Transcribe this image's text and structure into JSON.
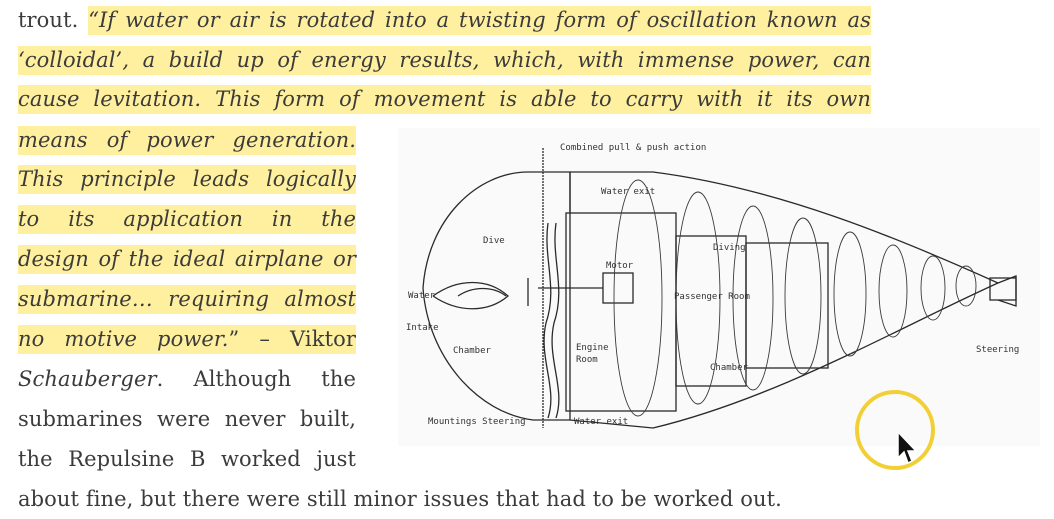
{
  "article": {
    "line1_plain": "trout. ",
    "line1_hl": "“If water or air is rotated into a twisting form of oscillation known as",
    "line2": "‘colloidal’, a build up of energy results, which, with immense power, can",
    "line3": "cause levitation. This form of movement is able to carry with it its own",
    "line4": "means of power generation.",
    "line5": "This principle leads logically",
    "line6": "to its application in the",
    "line7": "design of the ideal airplane or",
    "line8": "submarine… requiring almost",
    "line9_hl_italic": "no motive power.",
    "line9_hl_tail": "” – Viktor",
    "line10_italic": "Schauberger",
    "line10_tail": ". Although the",
    "line11": "submarines were never built,",
    "line12": "the Repulsine B worked just",
    "line13": "about fine, but there were still minor issues that had to be worked out."
  },
  "diagram": {
    "labels": {
      "top_note": "Combined pull & push action",
      "water_exit_top": "Water exit",
      "dive": "Dive",
      "diving": "Diving",
      "motor": "Motor",
      "passenger_room": "Passenger Room",
      "water": "Water",
      "intake": "Intake",
      "chamber_left": "Chamber",
      "engine": "Engine",
      "room": "Room",
      "chamber_right": "Chamber",
      "steering_right": "Steering",
      "mountings_steering": "Mountings Steering",
      "water_exit_bottom": "Water exit"
    }
  },
  "colors": {
    "highlight": "#fff0a0",
    "text": "#3b3b3b",
    "cursor_ring": "#f2cf35"
  },
  "icons": {
    "cursor": "mouse-pointer-icon",
    "cursor_ring": "click-highlight-ring"
  }
}
